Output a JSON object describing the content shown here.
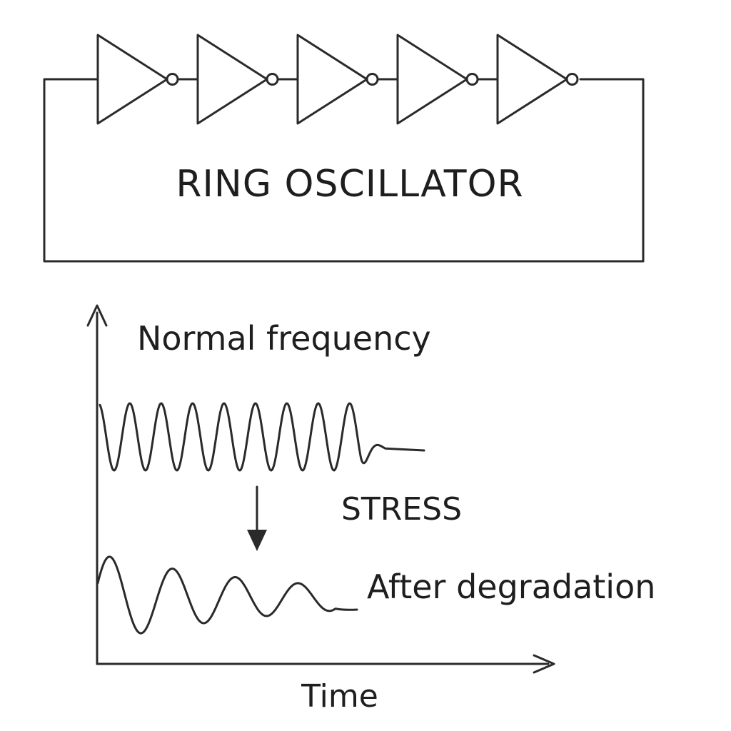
{
  "diagram": {
    "title": "RING OSCILLATOR",
    "inverter_count": 5,
    "labels": {
      "normal": "Normal frequency",
      "stress": "STRESS",
      "degraded": "After degradation",
      "x_axis": "Time"
    },
    "waveforms": {
      "normal": {
        "cycles": 8,
        "damping": "sharp decay after last cycle"
      },
      "degraded": {
        "cycles": 4,
        "damping": "decaying amplitude"
      }
    },
    "color": "#2a2a2a"
  }
}
